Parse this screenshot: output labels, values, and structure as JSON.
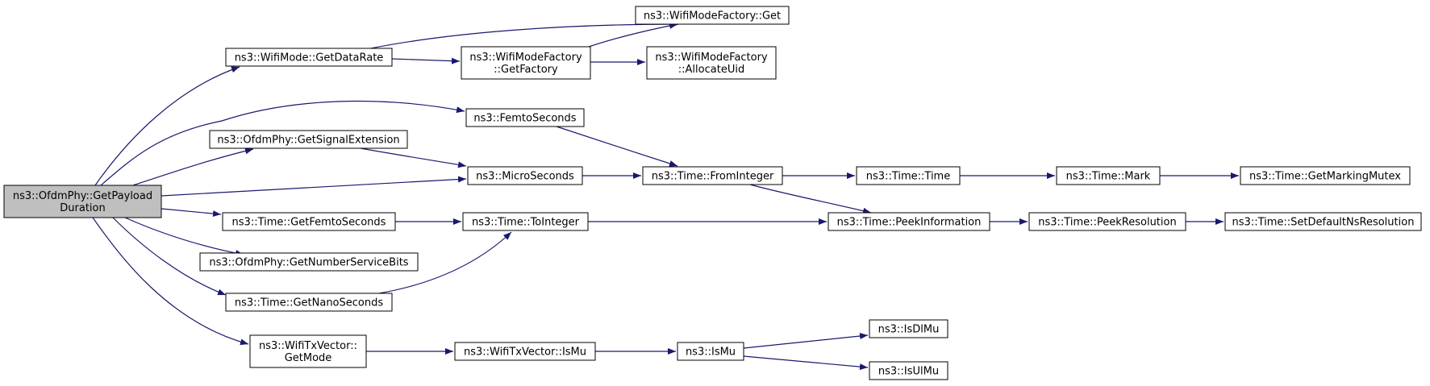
{
  "diagram": {
    "edge_color": "#191970",
    "root_fill": "#bfbfbf",
    "nodes": [
      {
        "id": "getPayloadDuration",
        "lines": [
          "ns3::OfdmPhy::GetPayload",
          "Duration"
        ],
        "root": true
      },
      {
        "id": "getDataRate",
        "lines": [
          "ns3::WifiMode::GetDataRate"
        ]
      },
      {
        "id": "factoryGet",
        "lines": [
          "ns3::WifiModeFactory::Get"
        ]
      },
      {
        "id": "getFactory",
        "lines": [
          "ns3::WifiModeFactory",
          "::GetFactory"
        ]
      },
      {
        "id": "allocateUid",
        "lines": [
          "ns3::WifiModeFactory",
          "::AllocateUid"
        ]
      },
      {
        "id": "femtoSeconds",
        "lines": [
          "ns3::FemtoSeconds"
        ]
      },
      {
        "id": "getSignalExtension",
        "lines": [
          "ns3::OfdmPhy::GetSignalExtension"
        ]
      },
      {
        "id": "microSeconds",
        "lines": [
          "ns3::MicroSeconds"
        ]
      },
      {
        "id": "fromInteger",
        "lines": [
          "ns3::Time::FromInteger"
        ]
      },
      {
        "id": "timeTime",
        "lines": [
          "ns3::Time::Time"
        ]
      },
      {
        "id": "timeMark",
        "lines": [
          "ns3::Time::Mark"
        ]
      },
      {
        "id": "getMarkingMutex",
        "lines": [
          "ns3::Time::GetMarkingMutex"
        ]
      },
      {
        "id": "getFemtoSeconds",
        "lines": [
          "ns3::Time::GetFemtoSeconds"
        ]
      },
      {
        "id": "toInteger",
        "lines": [
          "ns3::Time::ToInteger"
        ]
      },
      {
        "id": "peekInformation",
        "lines": [
          "ns3::Time::PeekInformation"
        ]
      },
      {
        "id": "peekResolution",
        "lines": [
          "ns3::Time::PeekResolution"
        ]
      },
      {
        "id": "setDefaultNsResolution",
        "lines": [
          "ns3::Time::SetDefaultNsResolution"
        ]
      },
      {
        "id": "getNumberServiceBits",
        "lines": [
          "ns3::OfdmPhy::GetNumberServiceBits"
        ]
      },
      {
        "id": "getNanoSeconds",
        "lines": [
          "ns3::Time::GetNanoSeconds"
        ]
      },
      {
        "id": "txGetMode",
        "lines": [
          "ns3::WifiTxVector::",
          "GetMode"
        ]
      },
      {
        "id": "txIsMu",
        "lines": [
          "ns3::WifiTxVector::IsMu"
        ]
      },
      {
        "id": "isMu",
        "lines": [
          "ns3::IsMu"
        ]
      },
      {
        "id": "isDlMu",
        "lines": [
          "ns3::IsDlMu"
        ]
      },
      {
        "id": "isUlMu",
        "lines": [
          "ns3::IsUlMu"
        ]
      }
    ],
    "edges": [
      {
        "from": "getPayloadDuration",
        "to": "getDataRate"
      },
      {
        "from": "getPayloadDuration",
        "to": "femtoSeconds"
      },
      {
        "from": "getPayloadDuration",
        "to": "getSignalExtension"
      },
      {
        "from": "getPayloadDuration",
        "to": "microSeconds"
      },
      {
        "from": "getPayloadDuration",
        "to": "getFemtoSeconds"
      },
      {
        "from": "getPayloadDuration",
        "to": "getNumberServiceBits"
      },
      {
        "from": "getPayloadDuration",
        "to": "getNanoSeconds"
      },
      {
        "from": "getPayloadDuration",
        "to": "txGetMode"
      },
      {
        "from": "getDataRate",
        "to": "factoryGet"
      },
      {
        "from": "getDataRate",
        "to": "getFactory"
      },
      {
        "from": "getFactory",
        "to": "factoryGet"
      },
      {
        "from": "getFactory",
        "to": "allocateUid"
      },
      {
        "from": "femtoSeconds",
        "to": "fromInteger"
      },
      {
        "from": "getSignalExtension",
        "to": "microSeconds"
      },
      {
        "from": "microSeconds",
        "to": "fromInteger"
      },
      {
        "from": "fromInteger",
        "to": "timeTime"
      },
      {
        "from": "fromInteger",
        "to": "peekInformation"
      },
      {
        "from": "timeTime",
        "to": "timeMark"
      },
      {
        "from": "timeMark",
        "to": "getMarkingMutex"
      },
      {
        "from": "getFemtoSeconds",
        "to": "toInteger"
      },
      {
        "from": "getNanoSeconds",
        "to": "toInteger"
      },
      {
        "from": "toInteger",
        "to": "peekInformation"
      },
      {
        "from": "peekInformation",
        "to": "peekResolution"
      },
      {
        "from": "peekResolution",
        "to": "setDefaultNsResolution"
      },
      {
        "from": "txGetMode",
        "to": "txIsMu"
      },
      {
        "from": "txIsMu",
        "to": "isMu"
      },
      {
        "from": "isMu",
        "to": "isDlMu"
      },
      {
        "from": "isMu",
        "to": "isUlMu"
      }
    ]
  }
}
